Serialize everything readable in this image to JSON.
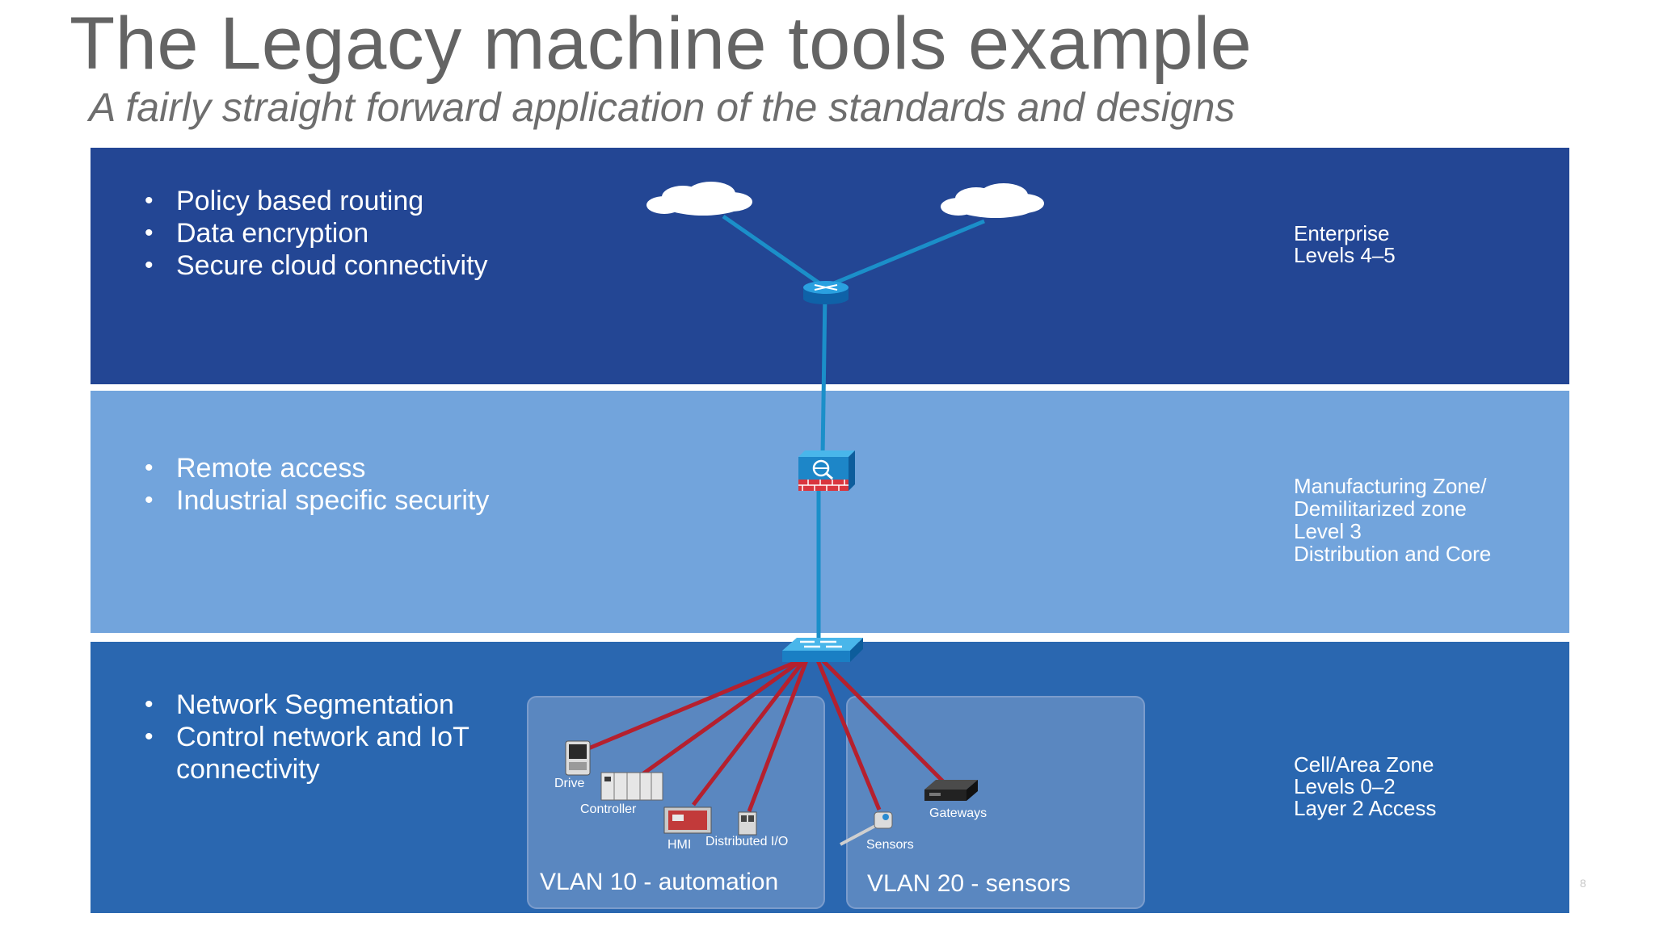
{
  "title": "The Legacy machine tools example",
  "subtitle": "A fairly straight forward application of the standards and designs",
  "bands": {
    "enterprise": {
      "bullets": [
        "Policy based routing",
        "Data encryption",
        "Secure cloud connectivity"
      ],
      "label": "Enterprise\nLevels 4–5",
      "color": "#234694"
    },
    "manufacturing": {
      "bullets": [
        "Remote access",
        "Industrial specific security"
      ],
      "label": "Manufacturing Zone/\nDemilitarized zone\nLevel 3\nDistribution and Core",
      "color": "#72a4dc"
    },
    "cell": {
      "bullets": [
        "Network Segmentation",
        "Control network and IoT connectivity"
      ],
      "label": "Cell/Area Zone\nLevels 0–2\nLayer 2 Access",
      "color": "#2a67b0"
    }
  },
  "vlans": {
    "vlan10": "VLAN 10 - automation",
    "vlan20": "VLAN 20 - sensors"
  },
  "devices": {
    "drive": "Drive",
    "controller": "Controller",
    "hmi": "HMI",
    "distributed_io": "Distributed I/O",
    "gateways": "Gateways",
    "sensors": "Sensors"
  },
  "icons": [
    "cloud-icon",
    "cloud-icon",
    "router-icon",
    "firewall-icon",
    "switch-icon",
    "drive-icon",
    "controller-icon",
    "hmi-icon",
    "distributed-io-icon",
    "gateway-icon",
    "sensor-icon"
  ],
  "link_colors": {
    "uplink": "#1b8fc9",
    "access": "#b5202e"
  },
  "page_number": "8"
}
